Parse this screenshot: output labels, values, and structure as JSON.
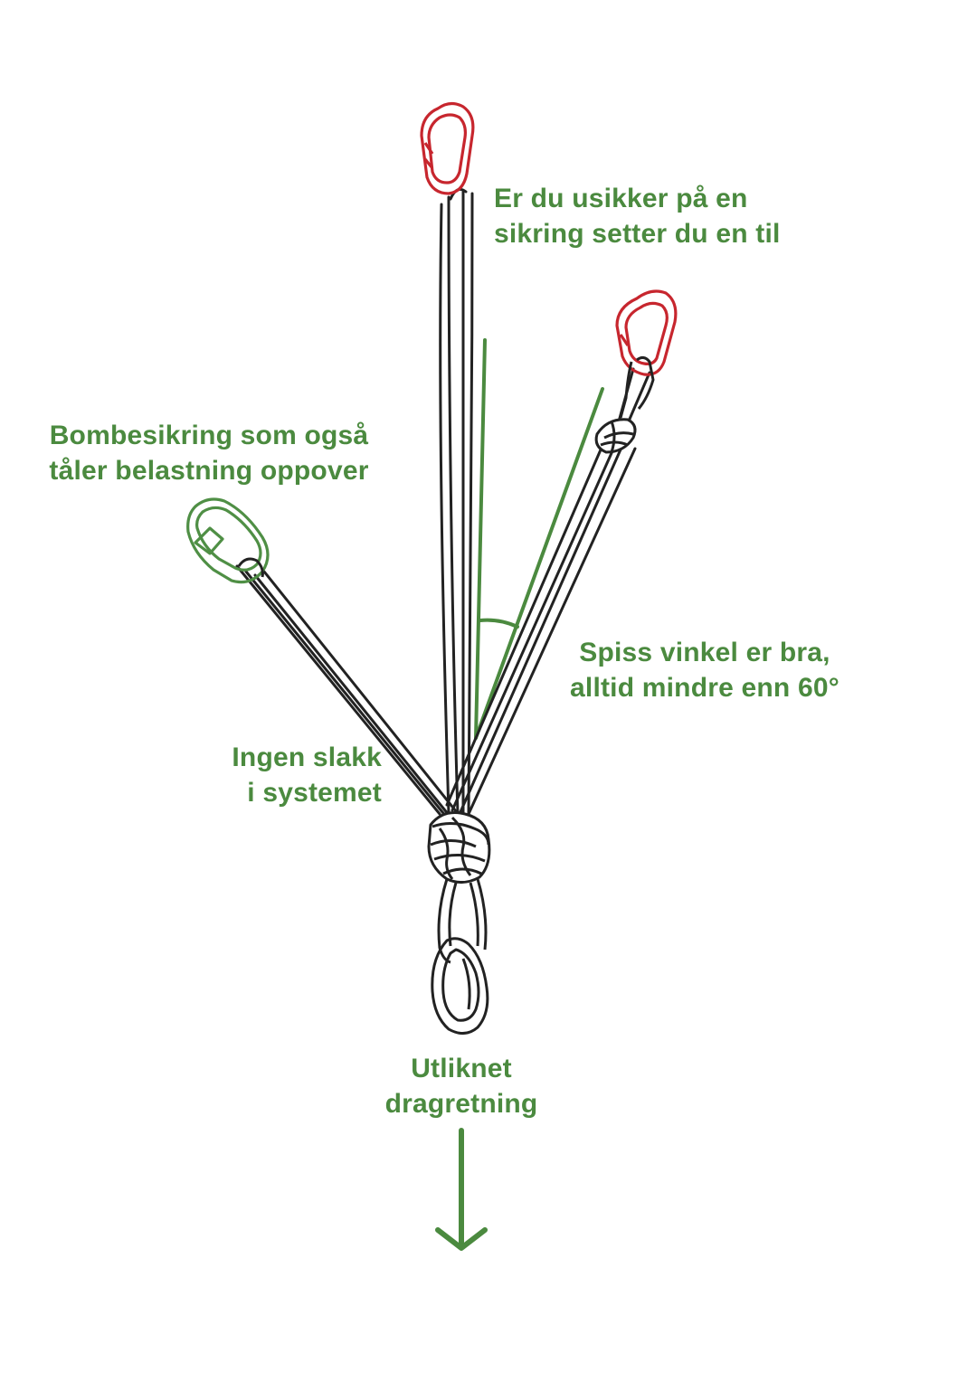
{
  "colors": {
    "accent_green": "#4b8a3f",
    "rope_outline": "#222222",
    "carabiner_red": "#c7262e",
    "carabiner_green": "#4f8f45"
  },
  "icons": [
    "carabiner-red-top",
    "carabiner-red-right",
    "carabiner-green-left",
    "knot",
    "master-carabiners",
    "arrow-down-icon"
  ],
  "labels": {
    "top": [
      "Er du usikker på en",
      "sikring setter du en til"
    ],
    "bomb": [
      "Bombesikring som også",
      "tåler belastning oppover"
    ],
    "angle": [
      "Spiss vinkel er bra,",
      "alltid mindre enn 60°"
    ],
    "slack": [
      "Ingen slakk",
      "i systemet"
    ],
    "direction": [
      "Utliknet",
      "dragretning"
    ]
  }
}
